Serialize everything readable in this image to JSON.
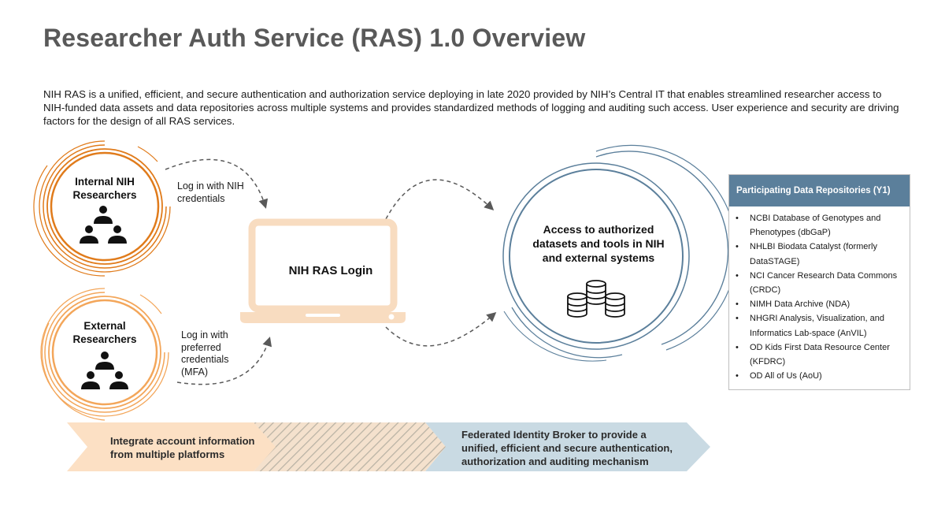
{
  "title": "Researcher Auth Service (RAS) 1.0 Overview",
  "intro": "NIH RAS is a unified, efficient, and secure authentication and authorization service deploying in late 2020 provided by NIH’s Central IT that enables streamlined researcher access to NIH-funded data assets and data repositories across multiple systems and provides standardized methods of logging and auditing such access. User experience and security are driving factors for the design of all RAS services.",
  "internal": {
    "label_line1": "Internal NIH",
    "label_line2": "Researchers",
    "cred_line1": "Log in with NIH",
    "cred_line2": "credentials"
  },
  "external": {
    "label_line1": "External",
    "label_line2": "Researchers",
    "cred_line1": "Log in with",
    "cred_line2": "preferred",
    "cred_line3": "credentials",
    "cred_line4": "(MFA)"
  },
  "login_label": "NIH RAS Login",
  "access": {
    "line1": "Access to authorized",
    "line2": "datasets and tools in NIH",
    "line3": "and external systems"
  },
  "repositories": {
    "header": "Participating Data Repositories (Y1)",
    "bullet": "•",
    "items": [
      [
        "NCBI Database of Genotypes and",
        "Phenotypes (dbGaP)"
      ],
      [
        "NHLBI Biodata Catalyst (formerly",
        "DataSTAGE)"
      ],
      [
        "NCI Cancer Research Data Commons",
        "(CRDC)"
      ],
      [
        "NIMH Data Archive (NDA)"
      ],
      [
        "NHGRI Analysis, Visualization, and",
        "Informatics Lab-space (AnVIL)"
      ],
      [
        "OD Kids First Data Resource Center",
        "(KFDRC)"
      ],
      [
        "OD All of Us (AoU)"
      ]
    ]
  },
  "banner": {
    "left_line1": "Integrate account information",
    "left_line2": "from multiple platforms",
    "right_line1": "Federated Identity Broker to provide a",
    "right_line2": "unified, efficient and secure authentication,",
    "right_line3": "authorization and auditing mechanism"
  },
  "colors": {
    "title": "#595959",
    "internal_orange": "#e07b1b",
    "external_orange": "#f3a65a",
    "laptop": "#f8dcc0",
    "access_blue": "#5b7f9b",
    "repo_header": "#5b7f9b",
    "banner_left": "#fce0c4",
    "banner_right": "#c9dae3"
  },
  "icons": {
    "people": "people-group-icon",
    "database": "database-icon",
    "laptop": "laptop-icon"
  }
}
